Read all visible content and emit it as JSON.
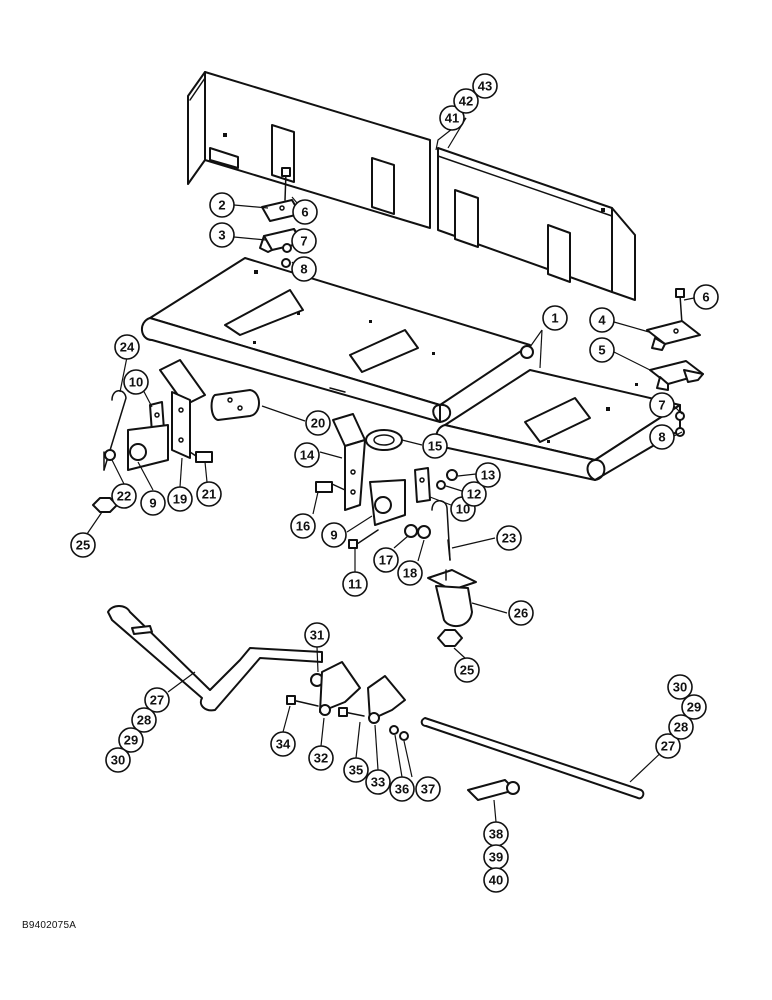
{
  "figure_code": "B9402075A",
  "callouts": [
    "1",
    "2",
    "3",
    "4",
    "5",
    "6",
    "7",
    "8",
    "9",
    "10",
    "11",
    "12",
    "13",
    "14",
    "15",
    "16",
    "17",
    "18",
    "19",
    "20",
    "21",
    "22",
    "23",
    "24",
    "25",
    "26",
    "27",
    "28",
    "29",
    "30",
    "31",
    "32",
    "33",
    "34",
    "35",
    "36",
    "37",
    "38",
    "39",
    "40",
    "41",
    "42",
    "43"
  ]
}
